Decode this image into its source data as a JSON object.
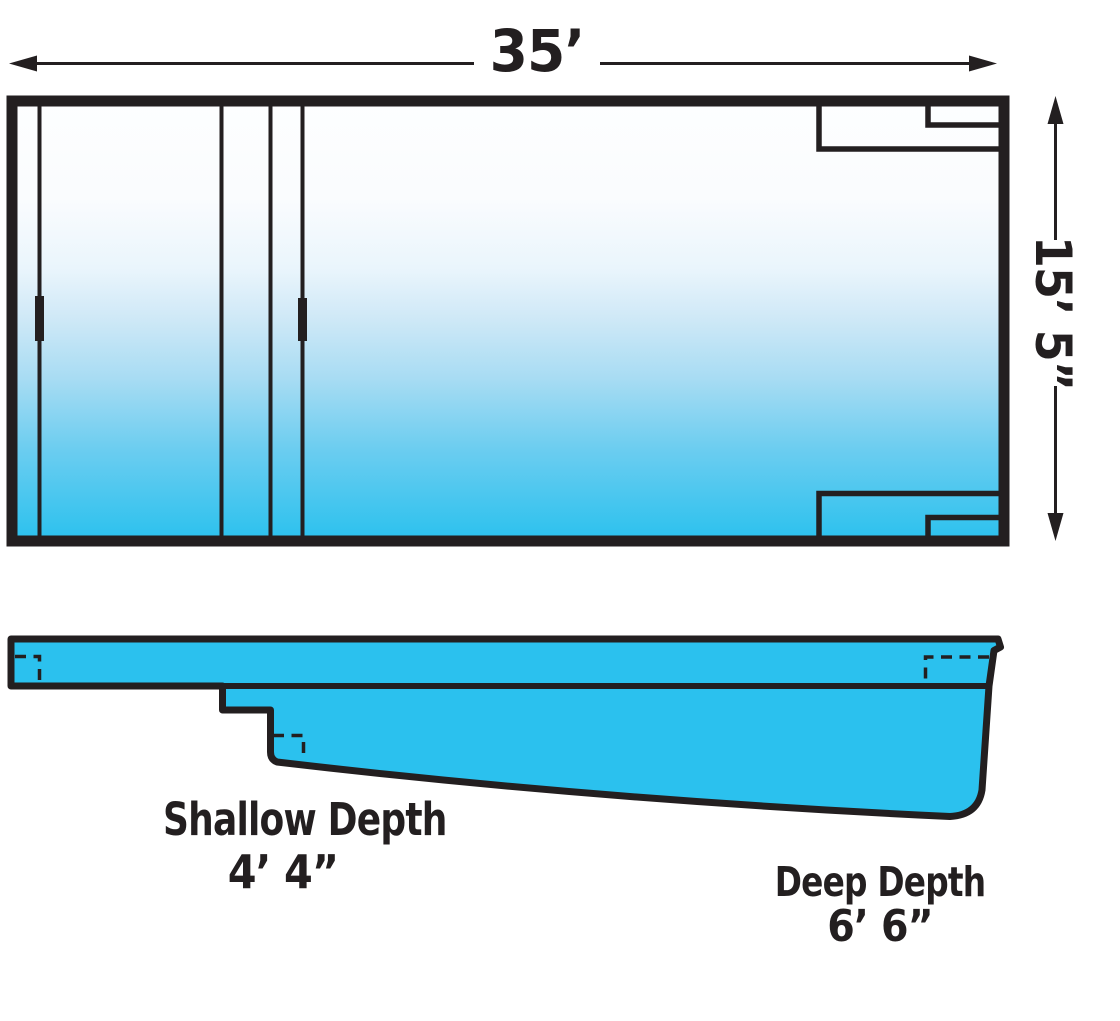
{
  "colors": {
    "ink": "#231f20",
    "water_deep": "#2bc1ee",
    "water_surface": "#fdfeff"
  },
  "top_view": {
    "length_dimension": {
      "label": "35’"
    },
    "width_dimension": {
      "label": "15’ 5”"
    }
  },
  "side_view": {
    "shallow": {
      "label": "Shallow Depth",
      "value": "4’ 4”"
    },
    "deep": {
      "label": "Deep Depth",
      "value": "6’ 6”"
    }
  }
}
